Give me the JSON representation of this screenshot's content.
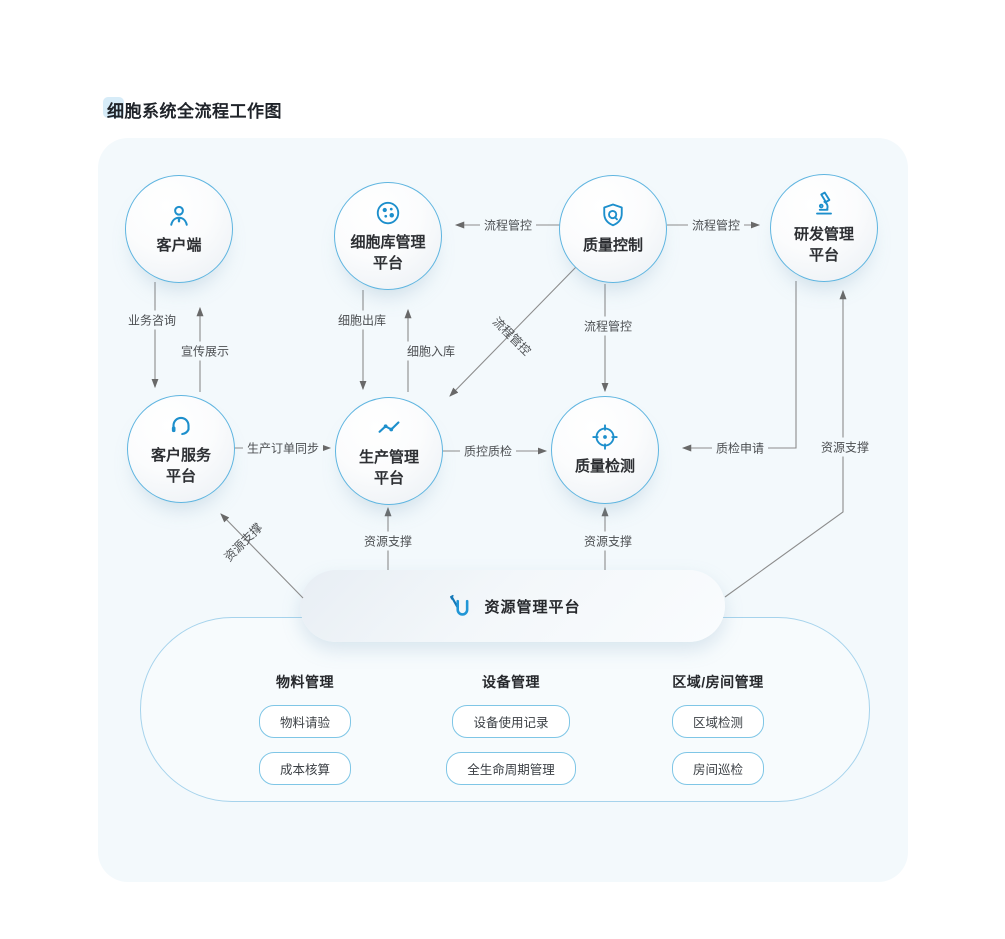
{
  "title": "细胞系统全流程工作图",
  "nodes": {
    "client": {
      "label": "客户端"
    },
    "cell_bank": {
      "line1": "细胞库管理",
      "line2": "平台"
    },
    "quality_control": {
      "label": "质量控制"
    },
    "rd": {
      "line1": "研发管理",
      "line2": "平台"
    },
    "customer_service": {
      "line1": "客户服务",
      "line2": "平台"
    },
    "production": {
      "line1": "生产管理",
      "line2": "平台"
    },
    "quality_inspection": {
      "label": "质量检测"
    }
  },
  "edges": {
    "qc_to_cellbank": "流程管控",
    "qc_to_rd": "流程管控",
    "client_to_service": "业务咨询",
    "service_to_client": "宣传展示",
    "cellbank_to_production": "细胞出库",
    "production_to_cellbank": "细胞入库",
    "qc_to_inspection": "流程管控",
    "qc_to_production": "流程管控",
    "service_to_production": "生产订单同步",
    "production_to_inspection": "质控质检",
    "rd_to_inspection": "质检申请",
    "resource_to_rd": "资源支撑",
    "resource_to_service": "资源支撑",
    "resource_to_production": "资源支撑",
    "resource_to_inspection": "资源支撑"
  },
  "resource_platform": {
    "label": "资源管理平台"
  },
  "columns": [
    {
      "header": "物料管理",
      "items": [
        "物料请验",
        "成本核算"
      ]
    },
    {
      "header": "设备管理",
      "items": [
        "设备使用记录",
        "全生命周期管理"
      ]
    },
    {
      "header": "区域/房间管理",
      "items": [
        "区域检测",
        "房间巡检"
      ]
    }
  ],
  "colors": {
    "accent": "#1d8fcc",
    "line": "#8c8c8c",
    "circle_border": "#5fb5e0",
    "pill_border": "#7fc6e6",
    "panel": "#f3f9fc"
  }
}
